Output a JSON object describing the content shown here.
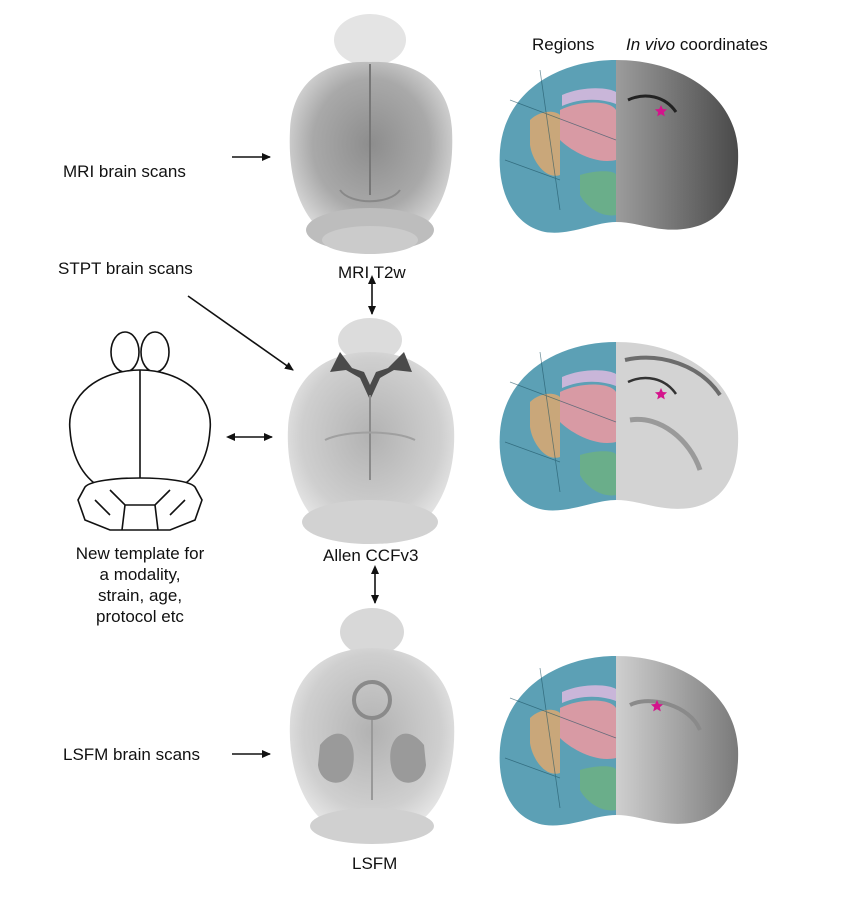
{
  "labels": {
    "mri_scans": "MRI brain scans",
    "stpt_scans": "STPT brain scans",
    "lsfm_scans": "LSFM brain scans",
    "new_template_lines": [
      "New template for",
      "a modality,",
      "strain, age,",
      "protocol etc"
    ]
  },
  "templates": {
    "mri": "MRI T2w",
    "allen": "Allen CCFv3",
    "lsfm": "LSFM"
  },
  "headers": {
    "regions": "Regions",
    "coords_italic": "In vivo",
    "coords_rest": " coordinates"
  },
  "colors": {
    "region_blue": "#3f8fa8",
    "region_pink": "#d89aa4",
    "region_green": "#6aae8a",
    "region_tan": "#c9a77a",
    "region_lavender": "#c9b6d9",
    "marker": "#d4148c"
  }
}
